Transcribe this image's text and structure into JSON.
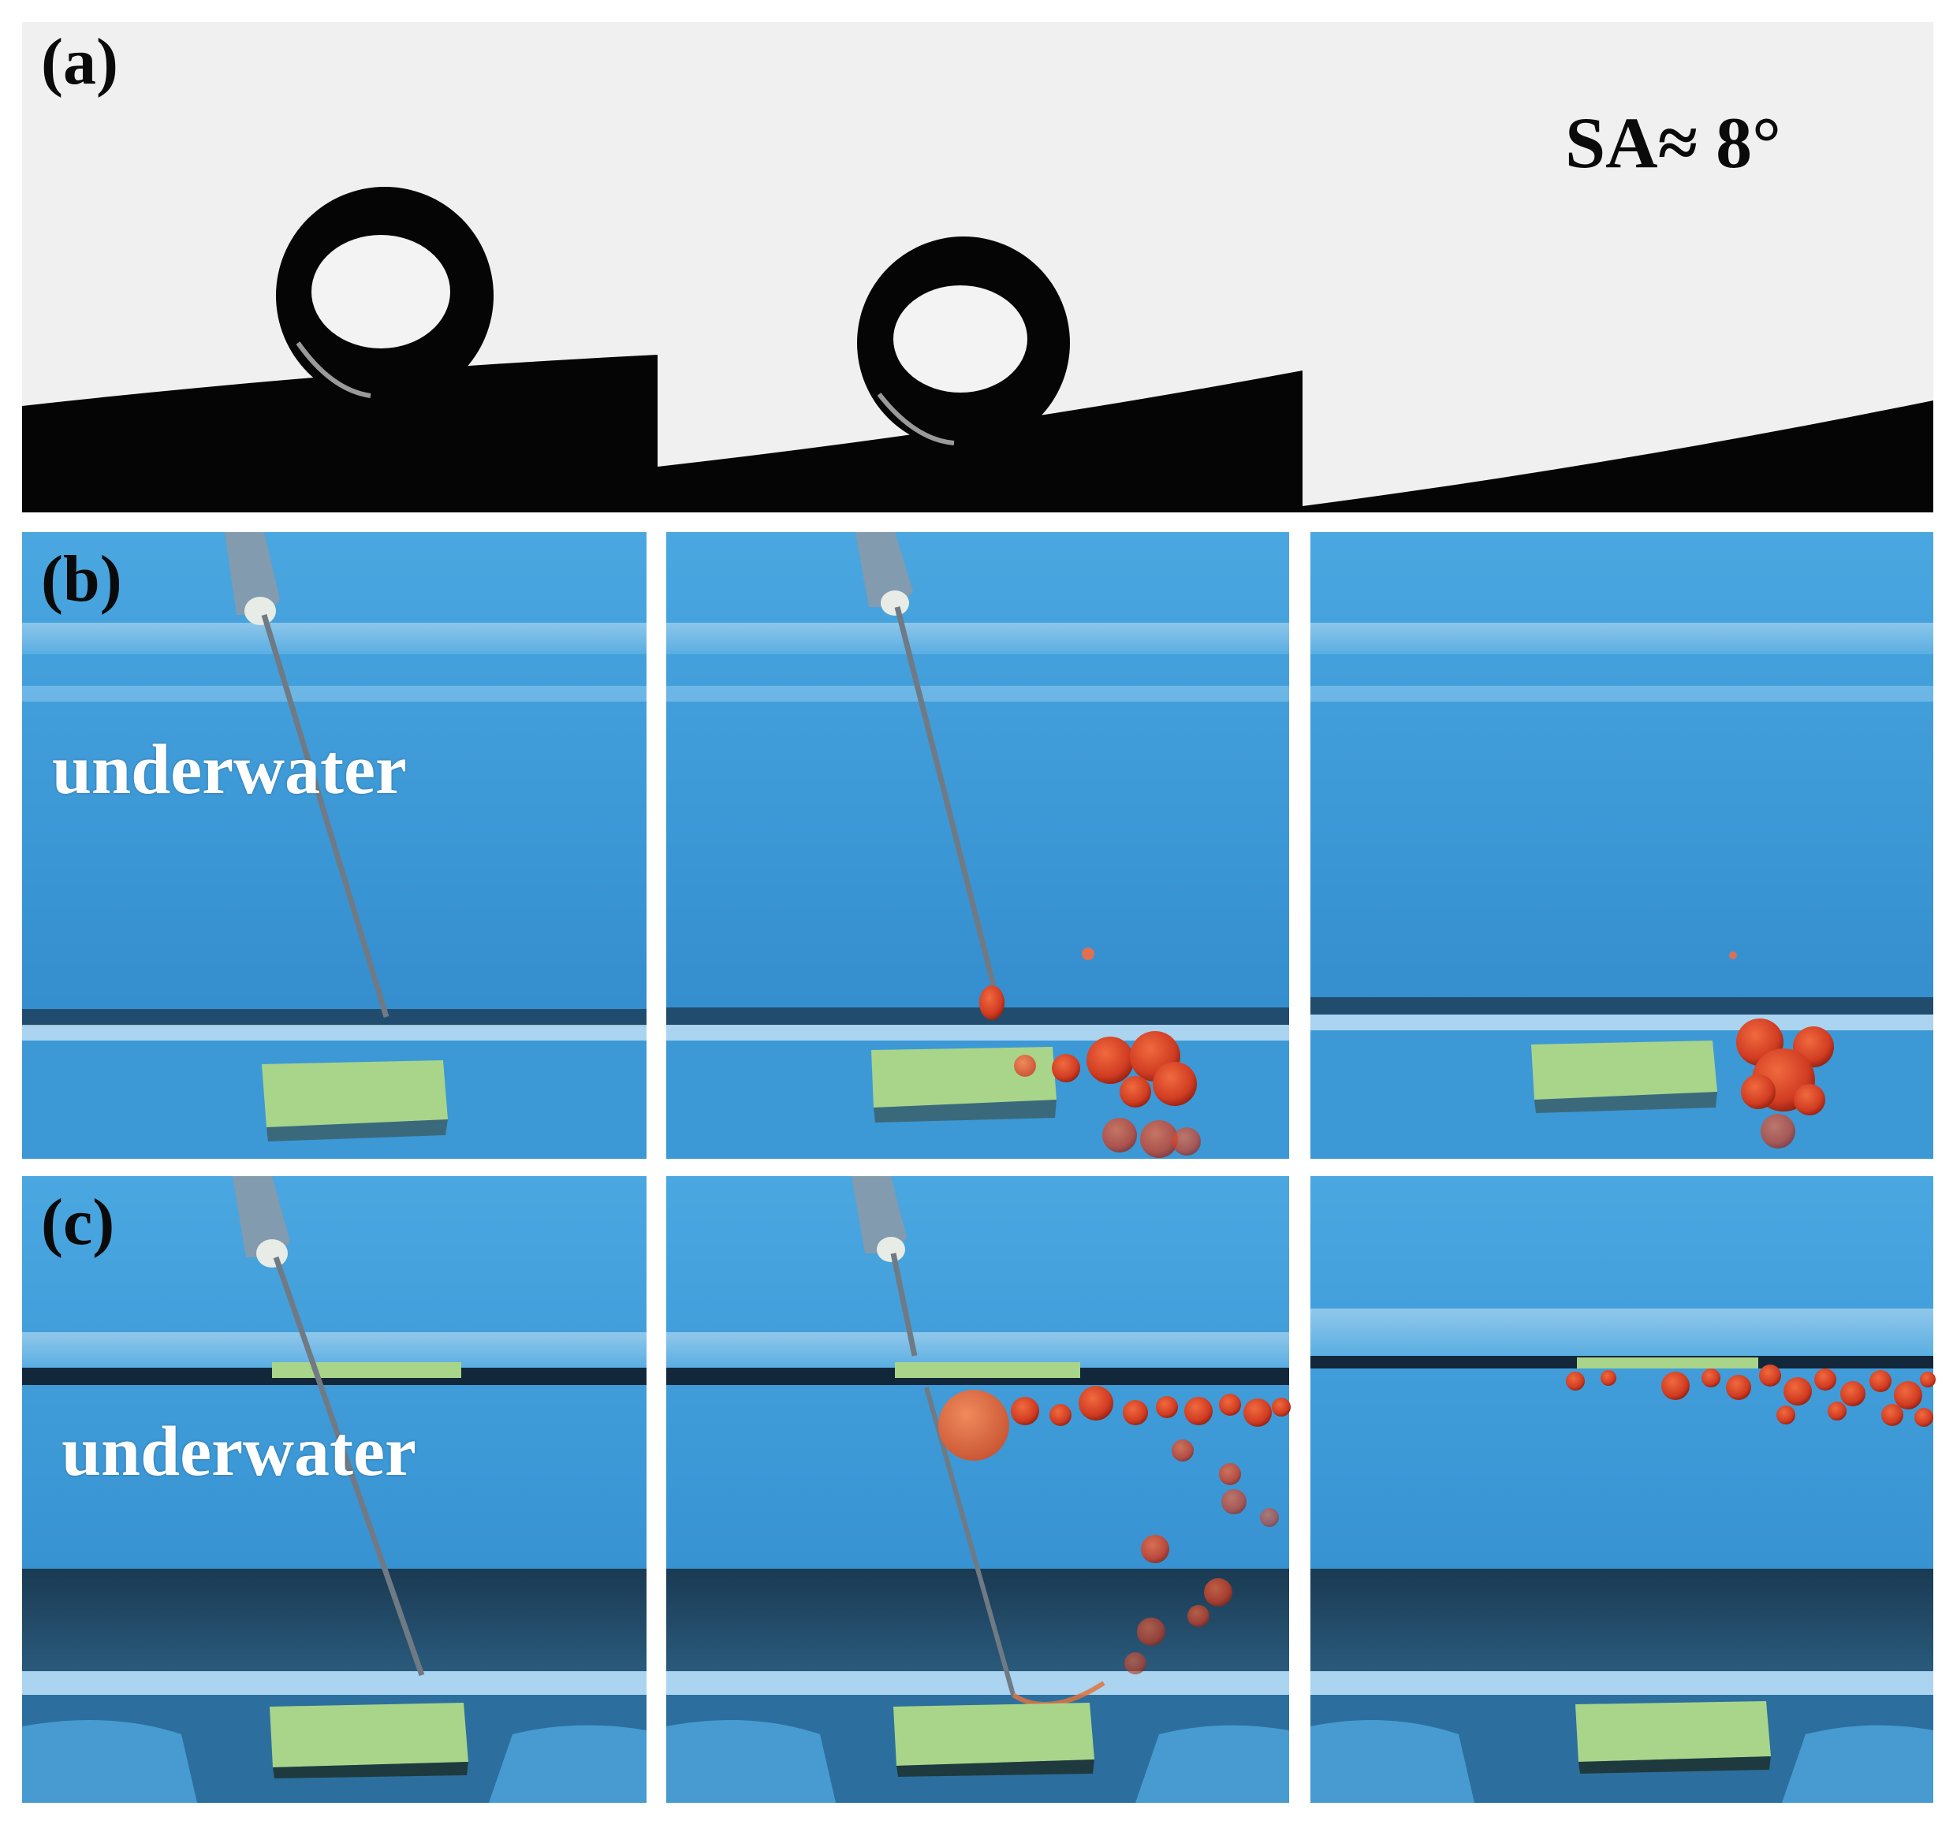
{
  "panels": {
    "a": {
      "label": "(a)",
      "annotation": "SA≈ 8°"
    },
    "b": {
      "label": "(b)",
      "overlay": "underwater"
    },
    "c": {
      "label": "(c)",
      "overlay": "underwater"
    }
  },
  "colors": {
    "background": "#ffffff",
    "water_blue": "#3f9ad6",
    "water_dark": "#2d7fbf",
    "substrate_green": "#a9d58a",
    "droplet_red": "#d9442a",
    "droplet_dark": "#9c2414",
    "surface_black": "#050505",
    "contact_sky": "#f0f0f0"
  }
}
